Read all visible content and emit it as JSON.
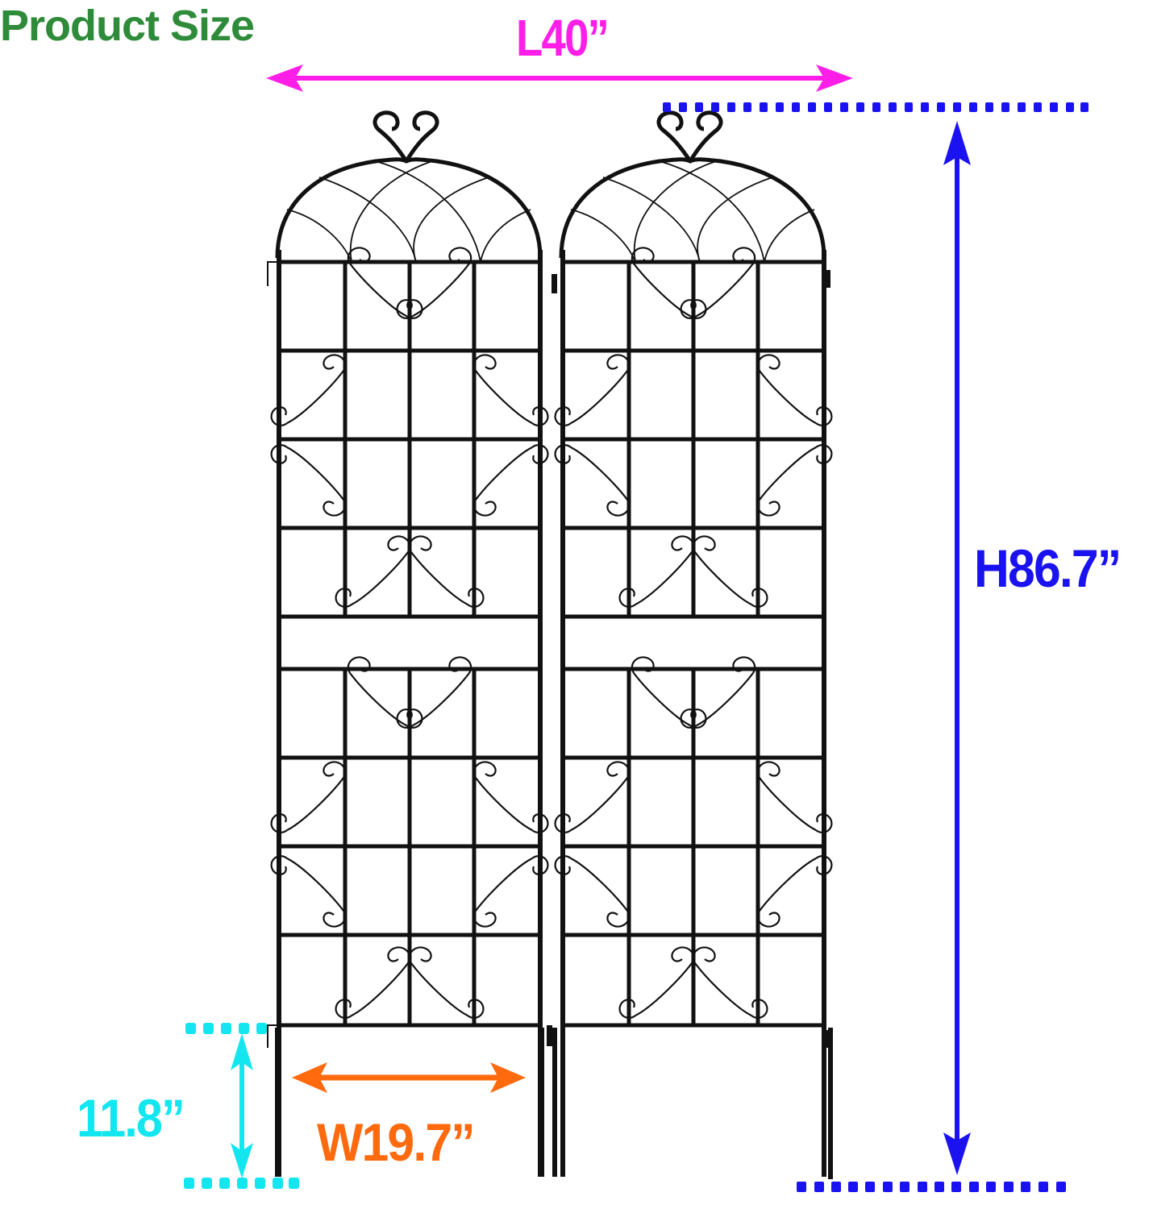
{
  "title": "Product Size",
  "dimensions": {
    "length": {
      "label": "L40”",
      "color": "#ff1ee8"
    },
    "height": {
      "label": "H86.7”",
      "color": "#1a12f0"
    },
    "stake": {
      "label": "11.8”",
      "color": "#14e6f0"
    },
    "width": {
      "label": "W19.7”",
      "color": "#ff6a0e"
    }
  },
  "colors": {
    "title": "#2e8b3a",
    "frame": "#111111",
    "background": "#ffffff"
  },
  "product": {
    "panels": 2,
    "description": "Two arched metal garden trellis panels with scroll ornaments"
  }
}
